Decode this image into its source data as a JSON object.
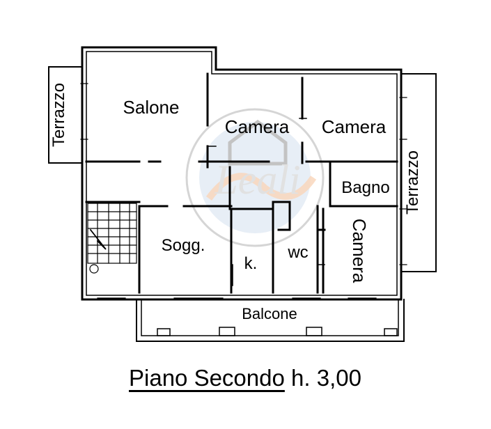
{
  "rooms": {
    "salone": "Salone",
    "camera_1": "Camera",
    "camera_2": "Camera",
    "camera_3": "Camera",
    "bagno": "Bagno",
    "soggiorno": "Sogg.",
    "kitchen": "k.",
    "wc": "wc",
    "balcone": "Balcone",
    "terrazzo_left": "Terrazzo",
    "terrazzo_right": "Terrazzo"
  },
  "watermark": {
    "logo_text": "Leali",
    "colors": {
      "blue": "#3e73b5",
      "orange": "#f08a3a",
      "gray": "#8a8a8a"
    }
  },
  "caption": {
    "floor_label": "Piano Secondo",
    "height_label": "h. 3,00"
  },
  "colors": {
    "line": "#000000",
    "background": "#ffffff"
  }
}
